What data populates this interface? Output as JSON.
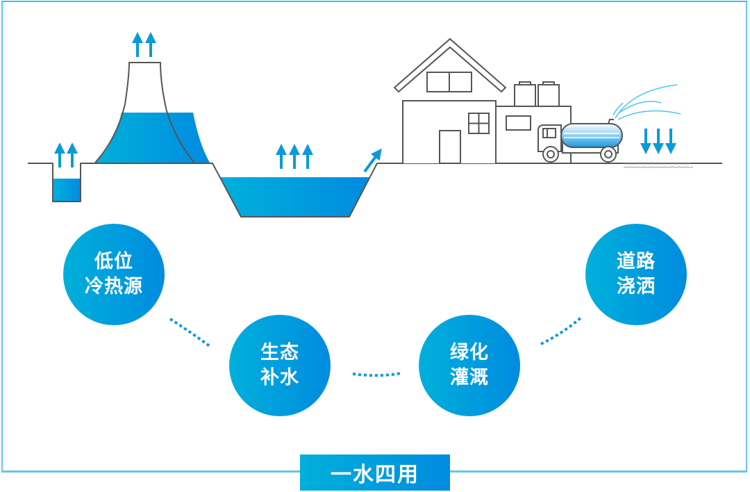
{
  "title": "一水四用",
  "uses": [
    {
      "line1": "低位",
      "line2": "冷热源"
    },
    {
      "line1": "生态",
      "line2": "补水"
    },
    {
      "line1": "绿化",
      "line2": "灌溉"
    },
    {
      "line1": "道路",
      "line2": "浇洒"
    }
  ],
  "colors": {
    "gradient_start": "#00b0da",
    "gradient_end": "#008be0",
    "outline": "#555555",
    "arrow": "#0a9ad8",
    "frame": "#5cc9ec",
    "spray": "#4cc4ee"
  },
  "icons": {
    "sump": "pit-with-water-icon",
    "cooling_tower": "cooling-tower-icon",
    "pond": "pond-icon",
    "house": "house-icon",
    "truck": "water-tanker-truck-icon",
    "arrows_up": "arrow-up-icon",
    "arrows_down": "arrow-down-icon",
    "grass": "grass-icon"
  }
}
